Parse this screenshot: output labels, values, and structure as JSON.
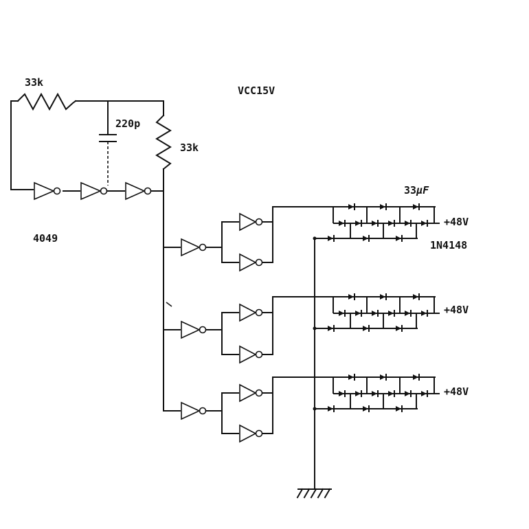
{
  "labels": {
    "r1": "33k",
    "r2": "33k",
    "cap": "220p",
    "vcc": "VCC15V",
    "ic": "4049",
    "cap_out": "33",
    "cap_out_unit": "μF",
    "diode": "1N4148",
    "out1": "+48V",
    "out2": "+48V",
    "out3": "+48V"
  },
  "colors": {
    "ink": "#111111",
    "paper": "#ffffff"
  }
}
